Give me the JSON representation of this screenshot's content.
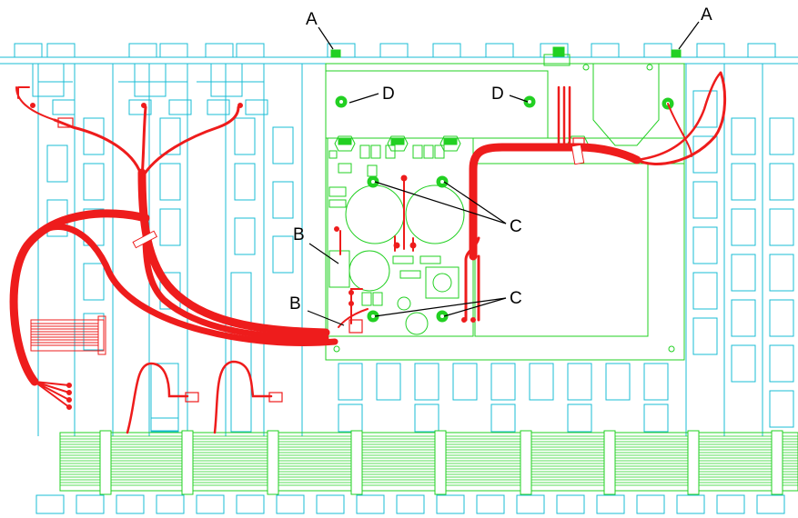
{
  "labels": {
    "a_left": "A",
    "a_right": "A",
    "b_top": "B",
    "b_bottom": "B",
    "c_top": "C",
    "c_bottom": "C",
    "d_left": "D",
    "d_right": "D"
  },
  "colors": {
    "cyan": "#19bcd4",
    "green": "#22d022",
    "red": "#ee1c1c",
    "black": "#000000",
    "white": "#ffffff"
  },
  "icons": [
    "mounting-screw-icon",
    "standoff-icon",
    "capacitor-icon",
    "connector-icon"
  ]
}
